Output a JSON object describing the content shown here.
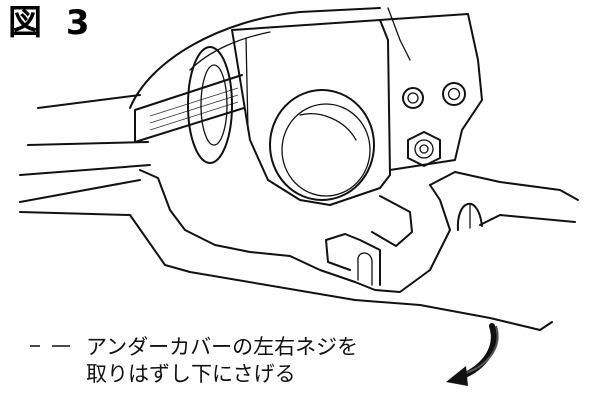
{
  "figure": {
    "label": "図 3"
  },
  "caption": {
    "line1": "アンダーカバーの左右ネジを",
    "line2": "取りはずし下にさげる"
  },
  "colors": {
    "ink": "#111111",
    "background": "#ffffff",
    "shadow": "#555555"
  },
  "icons": {
    "pointer": "curved-arrow-icon"
  }
}
